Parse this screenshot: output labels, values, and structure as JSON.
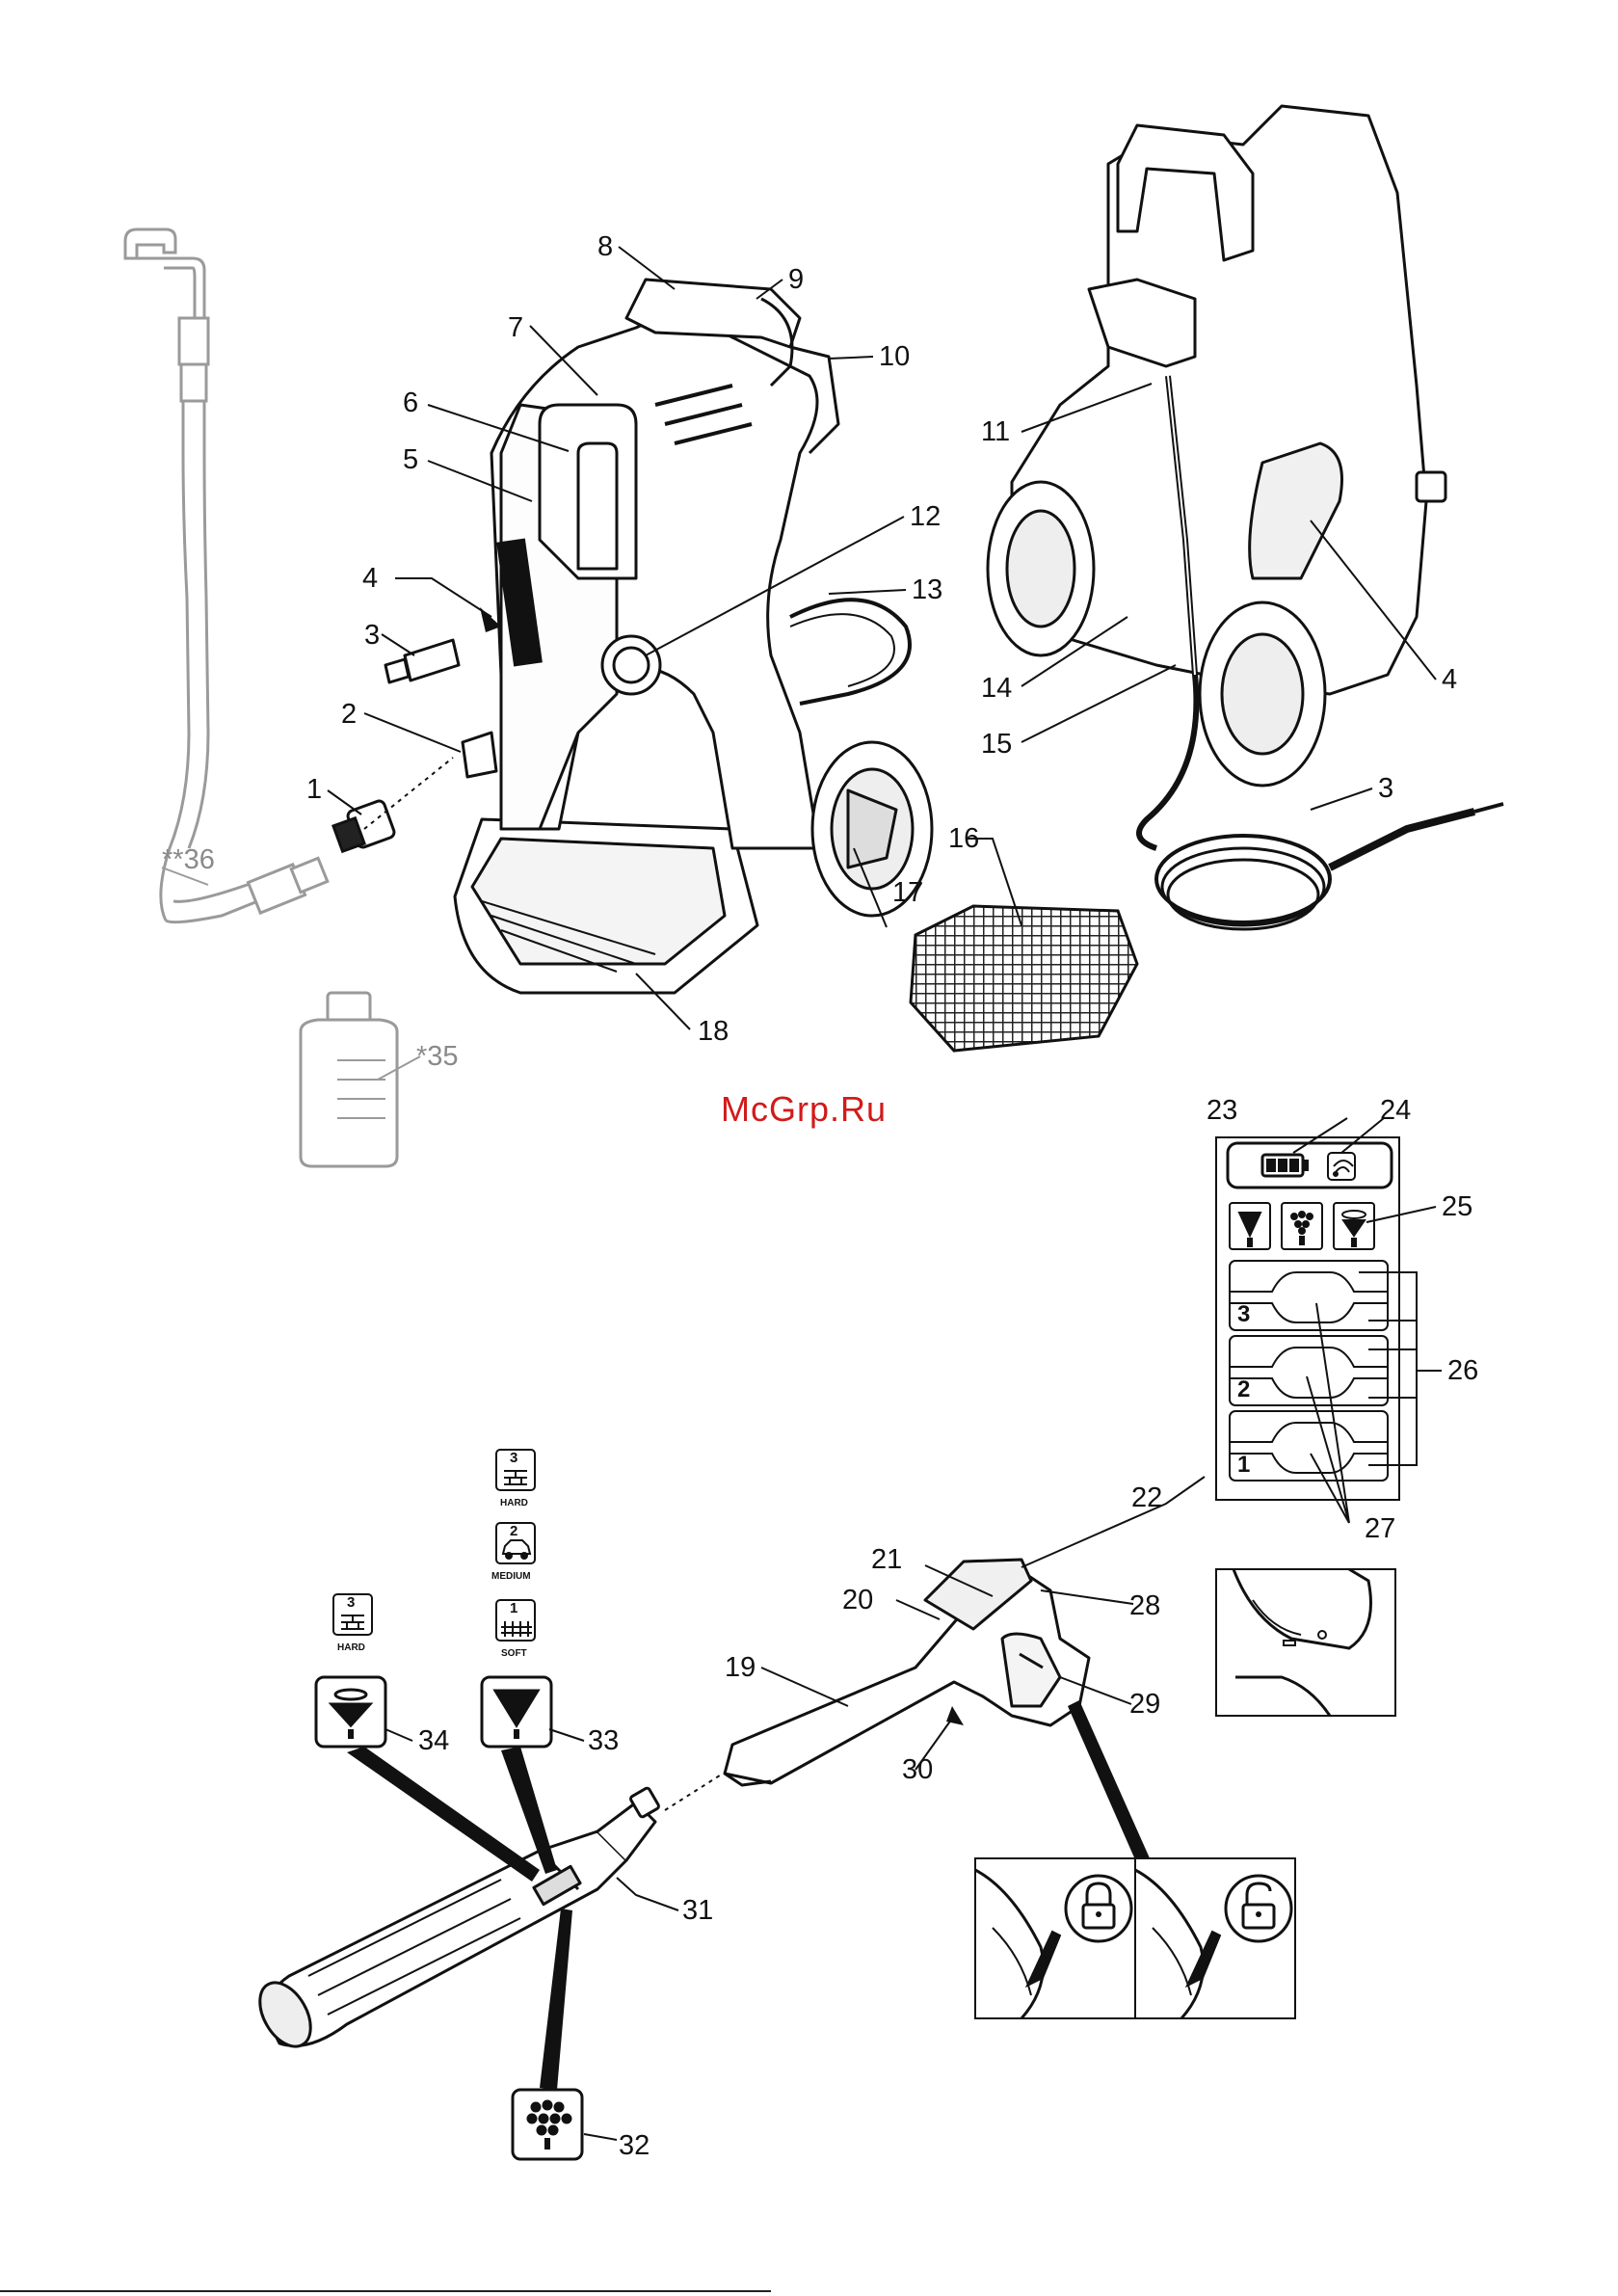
{
  "watermark": "McGrp.Ru",
  "callouts": {
    "c1": "1",
    "c2": "2",
    "c3_left": "3",
    "c3_right": "3",
    "c4_left": "4",
    "c4_right": "4",
    "c5": "5",
    "c6": "6",
    "c7": "7",
    "c8": "8",
    "c9": "9",
    "c10": "10",
    "c11": "11",
    "c12": "12",
    "c13": "13",
    "c14": "14",
    "c15": "15",
    "c16": "16",
    "c17": "17",
    "c18": "18",
    "c19": "19",
    "c20": "20",
    "c21": "21",
    "c22": "22",
    "c23": "23",
    "c24": "24",
    "c25": "25",
    "c26": "26",
    "c27": "27",
    "c28": "28",
    "c29": "29",
    "c30": "30",
    "c31": "31",
    "c32": "32",
    "c33": "33",
    "c34": "34",
    "c35": "*35",
    "c36": "**36"
  },
  "display_panel": {
    "levels": [
      "3",
      "2",
      "1"
    ]
  },
  "mode_icons": {
    "hard_num": "3",
    "hard_label": "HARD",
    "medium_num": "2",
    "medium_label": "MEDIUM",
    "soft_num": "1",
    "soft_label": "SOFT"
  },
  "colors": {
    "line": "#111111",
    "grey_part": "#9a9a9a",
    "watermark": "#d21a1a"
  },
  "icons": [
    "tap-icon",
    "lock-closed-icon",
    "lock-open-icon",
    "battery-icon",
    "bluetooth-icon",
    "spray-jet-icon",
    "spray-fan-icon",
    "spray-rotate-icon"
  ]
}
